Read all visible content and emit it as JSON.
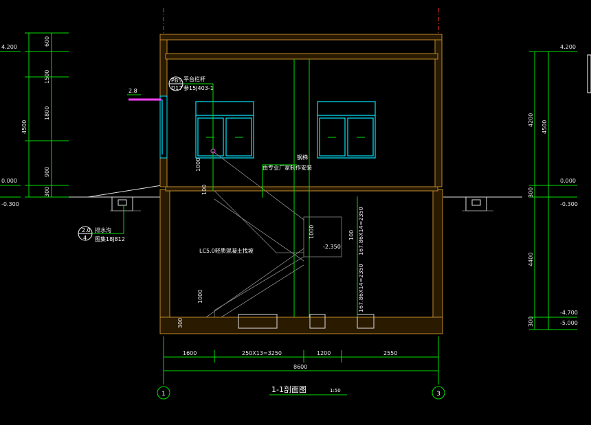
{
  "title": {
    "main": "1-1剖面图",
    "scale": "1:50"
  },
  "axes": {
    "left": "1",
    "right": "3"
  },
  "elevations_left": [
    "4.200",
    "0.000",
    "-0.300"
  ],
  "elevations_right": [
    "4.200",
    "0.000",
    "-0.300",
    "-4.700",
    "-5.000"
  ],
  "dims_left": [
    "600",
    "1500",
    "1800",
    "900",
    "300",
    "4500"
  ],
  "dims_right": [
    "4200",
    "4500",
    "300",
    "4400",
    "300"
  ],
  "dims_bottom": [
    "1600",
    "250X13=3250",
    "1200",
    "2550",
    "8600"
  ],
  "annotations": {
    "canopy_level": "2.8",
    "pb_tag": "PB5",
    "pb_sub": "D17",
    "platform_text": "平台栏杆",
    "platform_ref": "参15J403-1",
    "drain_num": "2.0",
    "drain_sub": "4",
    "drain_text": "排水沟",
    "drain_ref": "图集18J812",
    "steel_text": "钢梯",
    "steel_note": "由专业厂家制作安装",
    "landing_level": "-2.350",
    "flight_upper": "167.86X14=2350",
    "flight_lower": "167.86X14=2350",
    "concrete_note": "LC5.0轻质混凝土找坡",
    "d1000_a": "1000",
    "d100_a": "100",
    "d1000_b": "1000",
    "d100_b": "100",
    "d1000_c": "1000",
    "d300_a": "300"
  },
  "colors": {
    "line": "#00e000",
    "wall": "#c08a2a",
    "window": "#00e6ff",
    "axis": "#ff3030"
  }
}
